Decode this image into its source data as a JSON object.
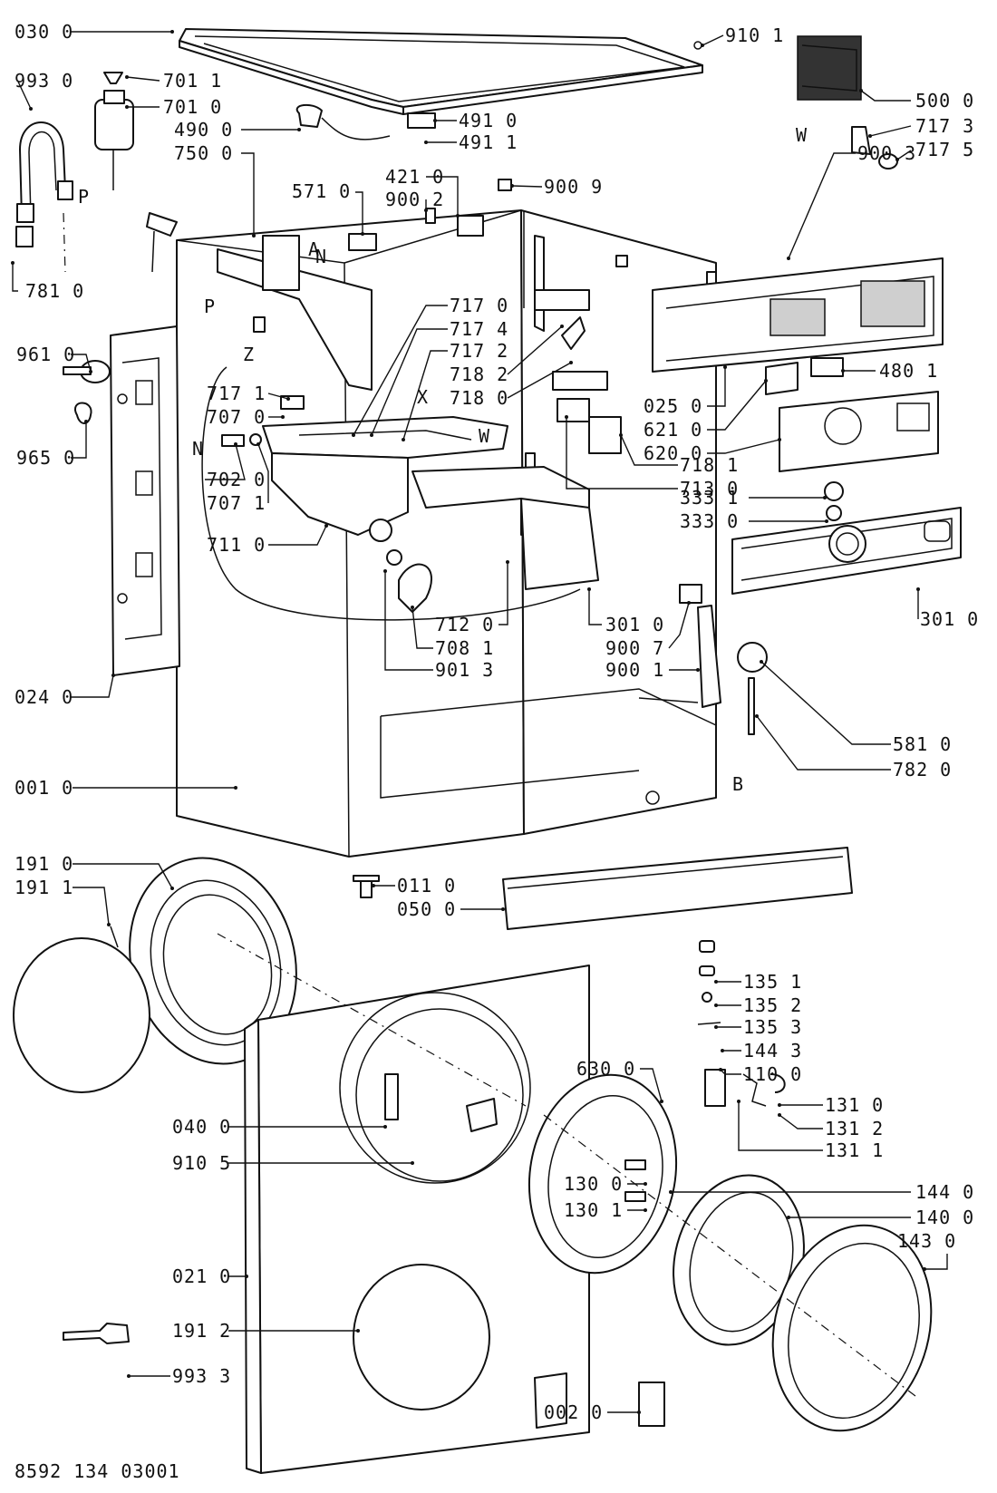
{
  "doc_code": "8592 134 03001",
  "labels": [
    {
      "id": "l0300",
      "text": "030 0"
    },
    {
      "id": "l9930",
      "text": "993 0"
    },
    {
      "id": "l7011",
      "text": "701 1"
    },
    {
      "id": "l7010",
      "text": "701 0"
    },
    {
      "id": "l4900",
      "text": "490 0"
    },
    {
      "id": "l7500",
      "text": "750 0"
    },
    {
      "id": "l4910",
      "text": "491 0"
    },
    {
      "id": "l4911",
      "text": "491 1"
    },
    {
      "id": "l9101",
      "text": "910 1"
    },
    {
      "id": "l5000",
      "text": "500 0"
    },
    {
      "id": "l7173",
      "text": "717 3"
    },
    {
      "id": "l7175",
      "text": "717 5"
    },
    {
      "id": "l9003",
      "text": "900 3"
    },
    {
      "id": "l4210",
      "text": "421 0"
    },
    {
      "id": "l9002",
      "text": "900 2"
    },
    {
      "id": "l5710",
      "text": "571 0"
    },
    {
      "id": "l9009",
      "text": "900 9"
    },
    {
      "id": "l7810",
      "text": "781 0"
    },
    {
      "id": "l9610",
      "text": "961 0"
    },
    {
      "id": "l9650",
      "text": "965 0"
    },
    {
      "id": "l7170",
      "text": "717 0"
    },
    {
      "id": "l7174",
      "text": "717 4"
    },
    {
      "id": "l7172",
      "text": "717 2"
    },
    {
      "id": "l7182",
      "text": "718 2"
    },
    {
      "id": "l7180",
      "text": "718 0"
    },
    {
      "id": "l7171",
      "text": "717 1"
    },
    {
      "id": "l7070",
      "text": "707 0"
    },
    {
      "id": "l7020",
      "text": "702 0"
    },
    {
      "id": "l7071",
      "text": "707 1"
    },
    {
      "id": "l7110",
      "text": "711 0"
    },
    {
      "id": "l0250",
      "text": "025 0"
    },
    {
      "id": "l6210",
      "text": "621 0"
    },
    {
      "id": "l6200",
      "text": "620 0"
    },
    {
      "id": "l4801",
      "text": "480 1"
    },
    {
      "id": "l7181",
      "text": "718 1"
    },
    {
      "id": "l7130",
      "text": "713 0"
    },
    {
      "id": "l3331",
      "text": "333 1"
    },
    {
      "id": "l3330",
      "text": "333 0"
    },
    {
      "id": "l7120",
      "text": "712 0"
    },
    {
      "id": "l7081",
      "text": "708 1"
    },
    {
      "id": "l9013",
      "text": "901 3"
    },
    {
      "id": "l3010a",
      "text": "301 0"
    },
    {
      "id": "l9007",
      "text": "900 7"
    },
    {
      "id": "l9001",
      "text": "900 1"
    },
    {
      "id": "l3010b",
      "text": "301 0"
    },
    {
      "id": "l0240",
      "text": "024 0"
    },
    {
      "id": "l5810",
      "text": "581 0"
    },
    {
      "id": "l7820",
      "text": "782 0"
    },
    {
      "id": "l0010",
      "text": "001 0"
    },
    {
      "id": "l1910",
      "text": "191 0"
    },
    {
      "id": "l1911",
      "text": "191 1"
    },
    {
      "id": "l0110",
      "text": "011 0"
    },
    {
      "id": "l0500",
      "text": "050 0"
    },
    {
      "id": "l1351",
      "text": "135 1"
    },
    {
      "id": "l1352",
      "text": "135 2"
    },
    {
      "id": "l1353",
      "text": "135 3"
    },
    {
      "id": "l1443",
      "text": "144 3"
    },
    {
      "id": "l1100",
      "text": "110 0"
    },
    {
      "id": "l1310",
      "text": "131 0"
    },
    {
      "id": "l1312",
      "text": "131 2"
    },
    {
      "id": "l1311",
      "text": "131 1"
    },
    {
      "id": "l6300",
      "text": "630 0"
    },
    {
      "id": "l0400",
      "text": "040 0"
    },
    {
      "id": "l9105",
      "text": "910 5"
    },
    {
      "id": "l1300",
      "text": "130 0"
    },
    {
      "id": "l1301",
      "text": "130 1"
    },
    {
      "id": "l1440",
      "text": "144 0"
    },
    {
      "id": "l1400",
      "text": "140 0"
    },
    {
      "id": "l1430",
      "text": "143 0"
    },
    {
      "id": "l0210",
      "text": "021 0"
    },
    {
      "id": "l1912",
      "text": "191 2"
    },
    {
      "id": "l9933",
      "text": "993 3"
    },
    {
      "id": "l0020",
      "text": "002 0"
    }
  ],
  "letters": [
    {
      "id": "tP1",
      "text": "P"
    },
    {
      "id": "tW1",
      "text": "W"
    },
    {
      "id": "tA",
      "text": "A"
    },
    {
      "id": "tN1",
      "text": "N"
    },
    {
      "id": "tP2",
      "text": "P"
    },
    {
      "id": "tZ",
      "text": "Z"
    },
    {
      "id": "tX",
      "text": "X"
    },
    {
      "id": "tW2",
      "text": "W"
    },
    {
      "id": "tN2",
      "text": "N"
    },
    {
      "id": "tB",
      "text": "B"
    }
  ]
}
